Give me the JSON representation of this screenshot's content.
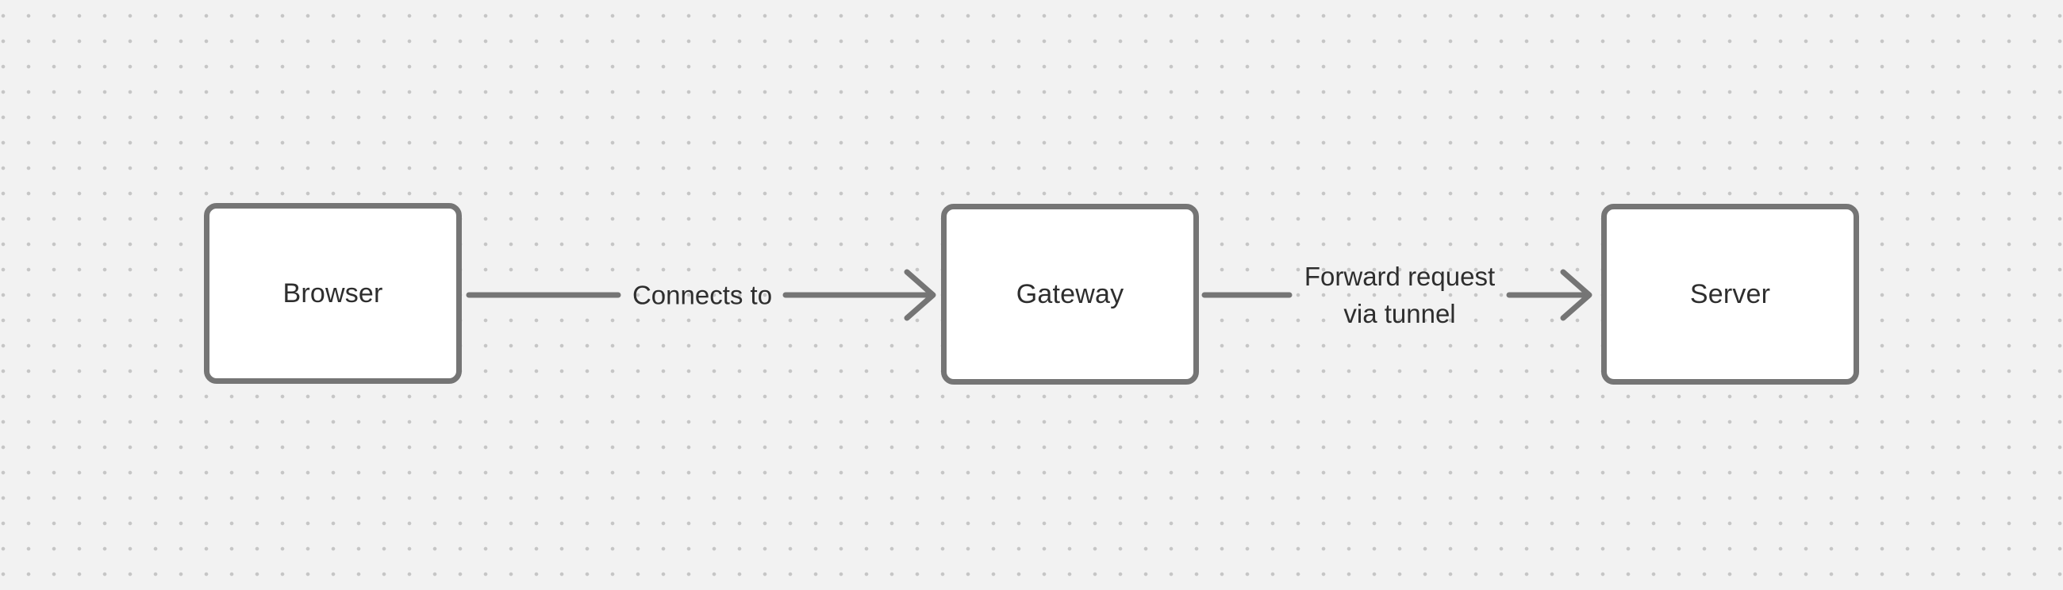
{
  "theme": {
    "canvas_background": "#F2F2F2",
    "grid_dot_color": "#C6C6C6",
    "node_fill": "#FFFFFF",
    "node_border_color": "#757575",
    "connector_color": "#757575",
    "label_text_color": "#2E2E2E"
  },
  "diagram": {
    "nodes": [
      {
        "label": "Browser"
      },
      {
        "label": "Gateway"
      },
      {
        "label": "Server"
      }
    ],
    "connectors": [
      {
        "from": "Browser",
        "to": "Gateway",
        "label": "Connects to"
      },
      {
        "from": "Gateway",
        "to": "Server",
        "label_lines": [
          "Forward request",
          "via tunnel"
        ]
      }
    ]
  }
}
